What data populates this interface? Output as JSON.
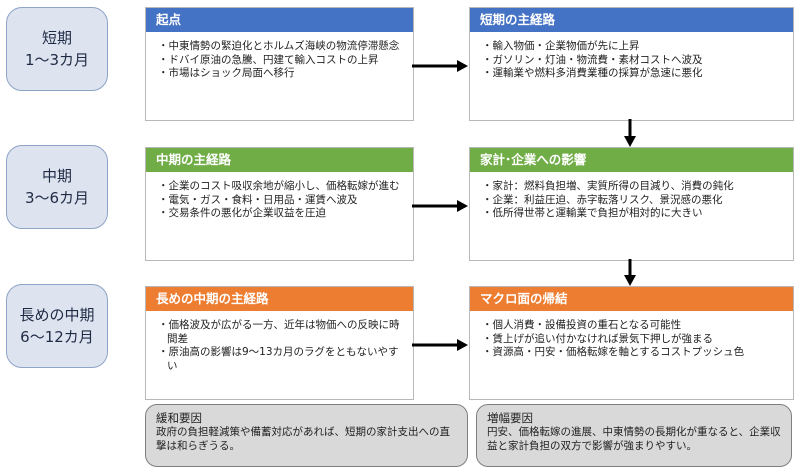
{
  "periods": {
    "short": {
      "line1": "短期",
      "line2": "1〜3カ月"
    },
    "mid": {
      "line1": "中期",
      "line2": "3〜6カ月"
    },
    "long": {
      "line1": "長めの中期",
      "line2": "6〜12カ月"
    }
  },
  "boxes": {
    "origin": {
      "title": "起点",
      "items": [
        "中東情勢の緊迫化とホルムズ海峡の物流停滞懸念",
        "ドバイ原油の急騰、円建て輸入コストの上昇",
        "市場はショック局面へ移行"
      ]
    },
    "short_path": {
      "title": "短期の主経路",
      "items": [
        "輸入物価・企業物価が先に上昇",
        "ガソリン・灯油・物流費・素材コストへ波及",
        "運輸業や燃料多消費業種の採算が急速に悪化"
      ]
    },
    "mid_path": {
      "title": "中期の主経路",
      "items": [
        "企業のコスト吸収余地が縮小し、価格転嫁が進む",
        "電気・ガス・食料・日用品・運賃へ波及",
        "交易条件の悪化が企業収益を圧迫"
      ]
    },
    "household": {
      "title": "家計･企業への影響",
      "items": [
        "家計：燃料負担増、実質所得の目減り、消費の鈍化",
        "企業：利益圧迫、赤字転落リスク、景況感の悪化",
        "低所得世帯と運輸業で負担が相対的に大きい"
      ]
    },
    "long_path": {
      "title": "長めの中期の主経路",
      "items": [
        "価格波及が広がる一方、近年は物価への反映に時間差",
        "原油高の影響は9〜13カ月のラグをともないやすい"
      ]
    },
    "macro": {
      "title": "マクロ面の帰結",
      "items": [
        "個人消費・設備投資の重石となる可能性",
        "賃上げが追い付かなければ景気下押しが強まる",
        "資源高・円安・価格転嫁を軸とするコストプッシュ色"
      ]
    }
  },
  "notes": {
    "mitigating": {
      "title": "緩和要因",
      "text": "政府の負担軽減策や備蓄対応があれば、短期の家計支出への直撃は和らぎうる。"
    },
    "amplifying": {
      "title": "増幅要因",
      "text": "円安、価格転嫁の進展、中東情勢の長期化が重なると、企業収益と家計負担の双方で影響が強まりやすい。"
    }
  }
}
